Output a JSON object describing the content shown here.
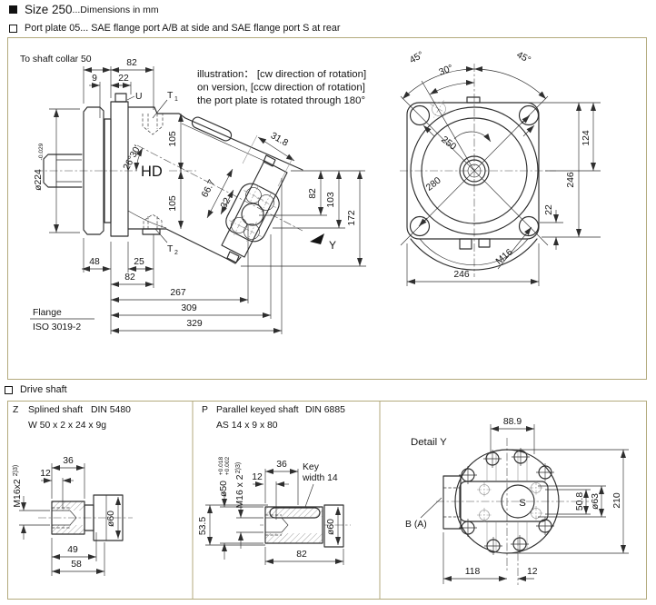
{
  "page": {
    "title": "Size 250",
    "title_suffix": "...Dimensions in mm",
    "section_port_plate": "Port plate 05...  SAE flange port A/B at side and SAE flange port S at rear",
    "section_drive_shaft": "Drive shaft"
  },
  "note": {
    "line1": "illustration：  [cw direction of rotation]",
    "line2": "on version, [ccw direction of rotation]",
    "line3": "the port plate is rotated through 180°"
  },
  "side_view": {
    "to_shaft_collar": "To shaft collar 50",
    "dia224": "ø224",
    "dia224_tol": "-0.029",
    "dim_50_82": "82",
    "dim_9": "9",
    "dim_22": "22",
    "label_U": "U",
    "label_T1_base": "T",
    "label_T1_sub": "1",
    "label_T2_base": "T",
    "label_T2_sub": "2",
    "dim_105_upper": "105",
    "angle_26_30": "26°30'",
    "label_HD": "HD",
    "dim_105_lower": "105",
    "dim_66_7": "66.7",
    "dim_32": "32",
    "dim_31_8": "31.8",
    "dim_82_right": "82",
    "dim_103": "103",
    "dim_172": "172",
    "label_Y": "Y",
    "dim_48": "48",
    "dim_25": "25",
    "dim_82_bottom": "82",
    "dim_267": "267",
    "dim_309": "309",
    "dim_329": "329",
    "flange_line1": "Flange",
    "flange_line2": "ISO 3019-2"
  },
  "rear_view": {
    "angle_45_left": "45°",
    "angle_30": "30°",
    "angle_45_right": "45°",
    "dim_250": "250",
    "dim_280": "280",
    "dim_124": "124",
    "dim_246_right": "246",
    "dim_22": "22",
    "label_M16": "M16",
    "dim_246_bottom": "246"
  },
  "shaft_z": {
    "code": "Z",
    "name": "Splined shaft",
    "standard": "DIN 5480",
    "spec": "W 50 x 2 x 24 x 9g",
    "dim_36": "36",
    "dim_12": "12",
    "thread": "M16x2",
    "thread_sup": "2)3)",
    "dia60": "ø60",
    "dim_49": "49",
    "dim_58": "58"
  },
  "shaft_p": {
    "code": "P",
    "name": "Parallel keyed shaft",
    "standard": "DIN 6885",
    "spec": "AS 14 x 9 x 80",
    "dia50": "ø50",
    "dia50_tol_upper": "+0.018",
    "dia50_tol_lower": "+0.002",
    "thread": "M16 x 2",
    "thread_sup": "2)3)",
    "dim_12": "12",
    "dim_36": "36",
    "key_line1": "Key",
    "key_line2": "width 14",
    "dim_53_5": "53.5",
    "dia60": "ø60",
    "dim_82": "82"
  },
  "detail_y": {
    "title": "Detail Y",
    "dim_88_9": "88.9",
    "label_S": "S",
    "label_B_A": "B (A)",
    "dim_50_8": "50.8",
    "dia63": "ø63",
    "dim_210": "210",
    "dim_118": "118",
    "dim_12": "12"
  },
  "colors": {
    "border": "#b3aa7d",
    "line": "#2e2e2e",
    "light_line": "#909090"
  }
}
